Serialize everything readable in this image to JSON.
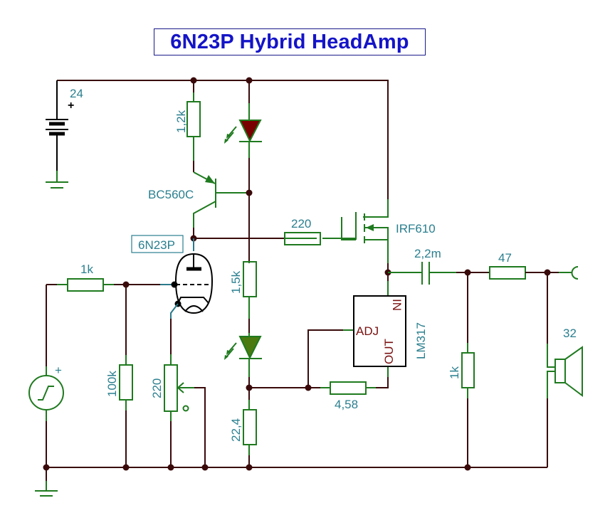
{
  "title": "6N23P Hybrid HeadAmp",
  "colors": {
    "wire": "#3a0a0a",
    "component": "#1f7a1f",
    "label": "#2a7f8f",
    "title": "#1414c8",
    "led_top": "#7a0000",
    "led_bottom": "#4a7a10",
    "ic_pins": "#7a1010"
  },
  "components": {
    "battery": {
      "label": "24",
      "polarity": "+"
    },
    "r_collector": {
      "label": "1,2k"
    },
    "transistor": {
      "label": "BC560C"
    },
    "tube": {
      "label": "6N23P"
    },
    "r_gate": {
      "label": "220"
    },
    "mosfet": {
      "label": "IRF610"
    },
    "r_mid": {
      "label": "1,5k"
    },
    "r_input": {
      "label": "1k"
    },
    "r_grid": {
      "label": "100k"
    },
    "pot": {
      "label": "220"
    },
    "source": {
      "polarity": "+"
    },
    "r_bottom": {
      "label": "22,4"
    },
    "r_set": {
      "label": "4,58"
    },
    "regulator": {
      "label": "LM317",
      "pins": {
        "in": "IN",
        "adj": "ADJ",
        "out": "OUT"
      }
    },
    "cap_out": {
      "label": "2,2m"
    },
    "r_series": {
      "label": "47"
    },
    "r_load": {
      "label": "1k"
    },
    "speaker": {
      "label": "32"
    }
  }
}
